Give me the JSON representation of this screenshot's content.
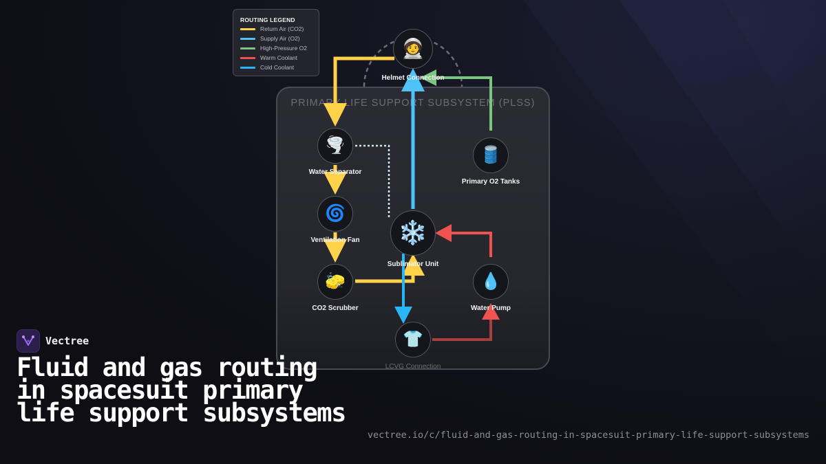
{
  "legend": {
    "title": "ROUTING LEGEND",
    "items": [
      {
        "label": "Return Air (CO2)",
        "color": "#ffd24a"
      },
      {
        "label": "Supply Air (O2)",
        "color": "#4fc3f7"
      },
      {
        "label": "High-Pressure O2",
        "color": "#7bc67e"
      },
      {
        "label": "Warm Coolant",
        "color": "#ef5350"
      },
      {
        "label": "Cold Coolant",
        "color": "#29b6f6"
      }
    ]
  },
  "panel": {
    "title": "PRIMARY LIFE SUPPORT SUBSYSTEM (PLSS)"
  },
  "nodes": {
    "helmet": {
      "label": "Helmet Connection",
      "icon": "🧑‍🚀",
      "icon_name": "astronaut-icon"
    },
    "separator": {
      "label": "Water Separator",
      "icon": "🌪️",
      "icon_name": "tornado-icon"
    },
    "o2tanks": {
      "label": "Primary O2 Tanks",
      "icon": "🛢️",
      "icon_name": "oil-drum-icon"
    },
    "fan": {
      "label": "Ventilation Fan",
      "icon": "🌀",
      "icon_name": "cyclone-icon"
    },
    "sublimator": {
      "label": "Sublimator Unit",
      "icon": "❄️",
      "icon_name": "snowflake-icon"
    },
    "scrubber": {
      "label": "CO2 Scrubber",
      "icon": "🧽",
      "icon_name": "sponge-icon"
    },
    "pump": {
      "label": "Water Pump",
      "icon": "💧",
      "icon_name": "droplet-icon"
    },
    "lcvg": {
      "label": "LCVG Connection",
      "icon": "👕",
      "icon_name": "shirt-icon"
    }
  },
  "colors": {
    "return_air": "#ffd24a",
    "supply_air": "#4fc3f7",
    "high_pressure_o2": "#7bc67e",
    "warm_coolant": "#ef5350",
    "cold_coolant": "#29b6f6"
  },
  "brand": {
    "name": "Vectree"
  },
  "headline": "Fluid and gas routing in spacesuit primary life support subsystems",
  "url": "vectree.io/c/fluid-and-gas-routing-in-spacesuit-primary-life-support-subsystems"
}
